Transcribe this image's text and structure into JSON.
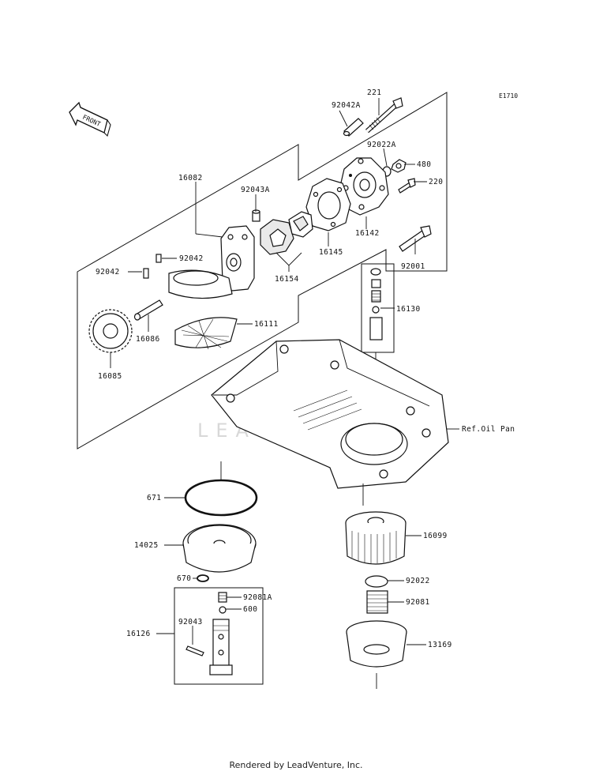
{
  "diagram_code": "E1710",
  "front_label": "FRONT",
  "watermark": "LEADVENTURE",
  "footer": "Rendered by LeadVenture, Inc.",
  "parts": [
    {
      "id": "221",
      "label": "221"
    },
    {
      "id": "92042A",
      "label": "92042A"
    },
    {
      "id": "92022A",
      "label": "92022A"
    },
    {
      "id": "480",
      "label": "480"
    },
    {
      "id": "220",
      "label": "220"
    },
    {
      "id": "16082",
      "label": "16082"
    },
    {
      "id": "92043A",
      "label": "92043A"
    },
    {
      "id": "16142",
      "label": "16142"
    },
    {
      "id": "16145",
      "label": "16145"
    },
    {
      "id": "92001",
      "label": "92001"
    },
    {
      "id": "92042a",
      "label": "92042"
    },
    {
      "id": "92042b",
      "label": "92042"
    },
    {
      "id": "16154",
      "label": "16154"
    },
    {
      "id": "16130",
      "label": "16130"
    },
    {
      "id": "16111",
      "label": "16111"
    },
    {
      "id": "16086",
      "label": "16086"
    },
    {
      "id": "16085",
      "label": "16085"
    },
    {
      "id": "ref-oil-pan",
      "label": "Ref.Oil Pan"
    },
    {
      "id": "671",
      "label": "671"
    },
    {
      "id": "14025",
      "label": "14025"
    },
    {
      "id": "16099",
      "label": "16099"
    },
    {
      "id": "670",
      "label": "670"
    },
    {
      "id": "92022",
      "label": "92022"
    },
    {
      "id": "92081A",
      "label": "92081A"
    },
    {
      "id": "600",
      "label": "600"
    },
    {
      "id": "92081",
      "label": "92081"
    },
    {
      "id": "92043",
      "label": "92043"
    },
    {
      "id": "16126",
      "label": "16126"
    },
    {
      "id": "13169",
      "label": "13169"
    }
  ]
}
